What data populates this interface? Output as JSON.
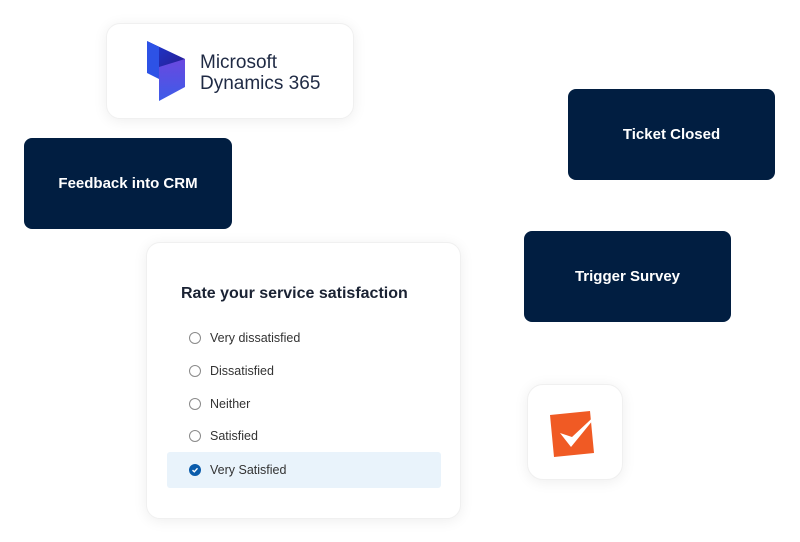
{
  "logo_card": {
    "brand_line1": "Microsoft",
    "brand_line2": "Dynamics 365"
  },
  "flow_steps": {
    "ticket_closed": "Ticket Closed",
    "feedback_into_crm": "Feedback into CRM",
    "trigger_survey": "Trigger Survey"
  },
  "survey": {
    "title": "Rate your service satisfaction",
    "options": [
      {
        "label": "Very dissatisfied",
        "selected": false
      },
      {
        "label": "Dissatisfied",
        "selected": false
      },
      {
        "label": "Neither",
        "selected": false
      },
      {
        "label": "Satisfied",
        "selected": false
      },
      {
        "label": "Very Satisfied",
        "selected": true
      }
    ]
  },
  "colors": {
    "navy": "#011e41",
    "accent_orange": "#f05a24",
    "selected_bg": "#e9f3fb",
    "check_blue": "#0b5cab"
  }
}
